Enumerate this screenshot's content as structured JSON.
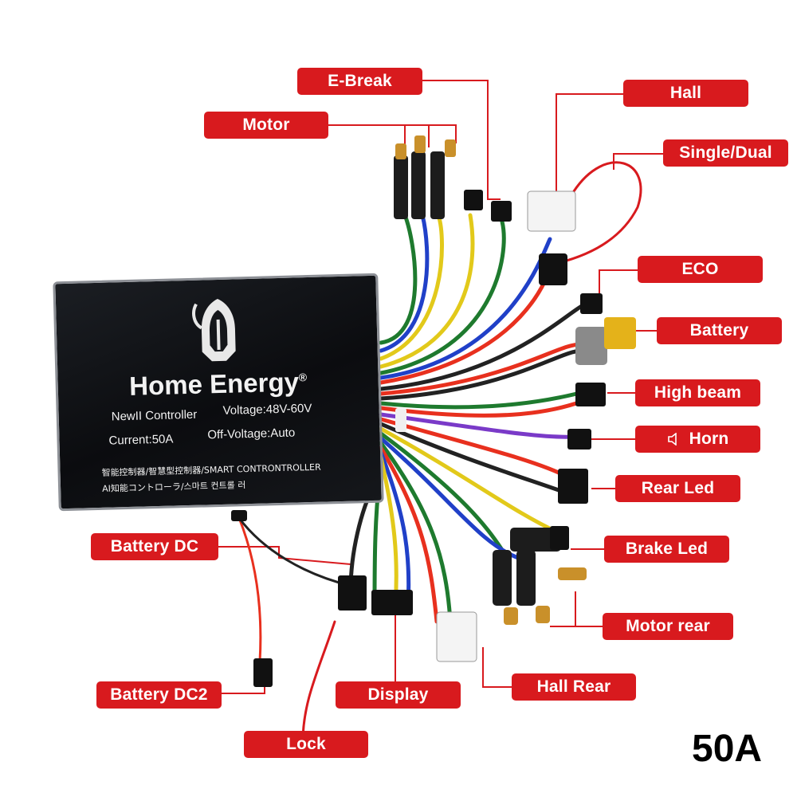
{
  "labels": {
    "e_break": "E-Break",
    "hall": "Hall",
    "motor": "Motor",
    "single_dual": "Single/Dual",
    "eco": "ECO",
    "battery": "Battery",
    "high_beam": "High beam",
    "horn": "Horn",
    "rear_led": "Rear Led",
    "battery_dc": "Battery DC",
    "brake_led": "Brake Led",
    "motor_rear": "Motor rear",
    "hall_rear": "Hall Rear",
    "battery_dc2": "Battery DC2",
    "display": "Display",
    "lock": "Lock"
  },
  "controller": {
    "brand": "Home Energy",
    "registered": "®",
    "model": "NewII Controller",
    "voltage": "Voltage:48V-60V",
    "current": "Current:50A",
    "off_voltage": "Off-Voltage:Auto",
    "line_cn": "智能控制器/智慧型控制器/SMART CONTRONTROLLER",
    "line_jp": "AI知能コントローラ/스마트 컨트롤 러"
  },
  "rating": "50A",
  "icons": {
    "horn": "speaker-icon",
    "logo": "spartan-helmet-logo"
  },
  "colors": {
    "label_bg": "#d81a1e",
    "leader_line": "#d81a1e",
    "controller_body": "#0f1115"
  }
}
